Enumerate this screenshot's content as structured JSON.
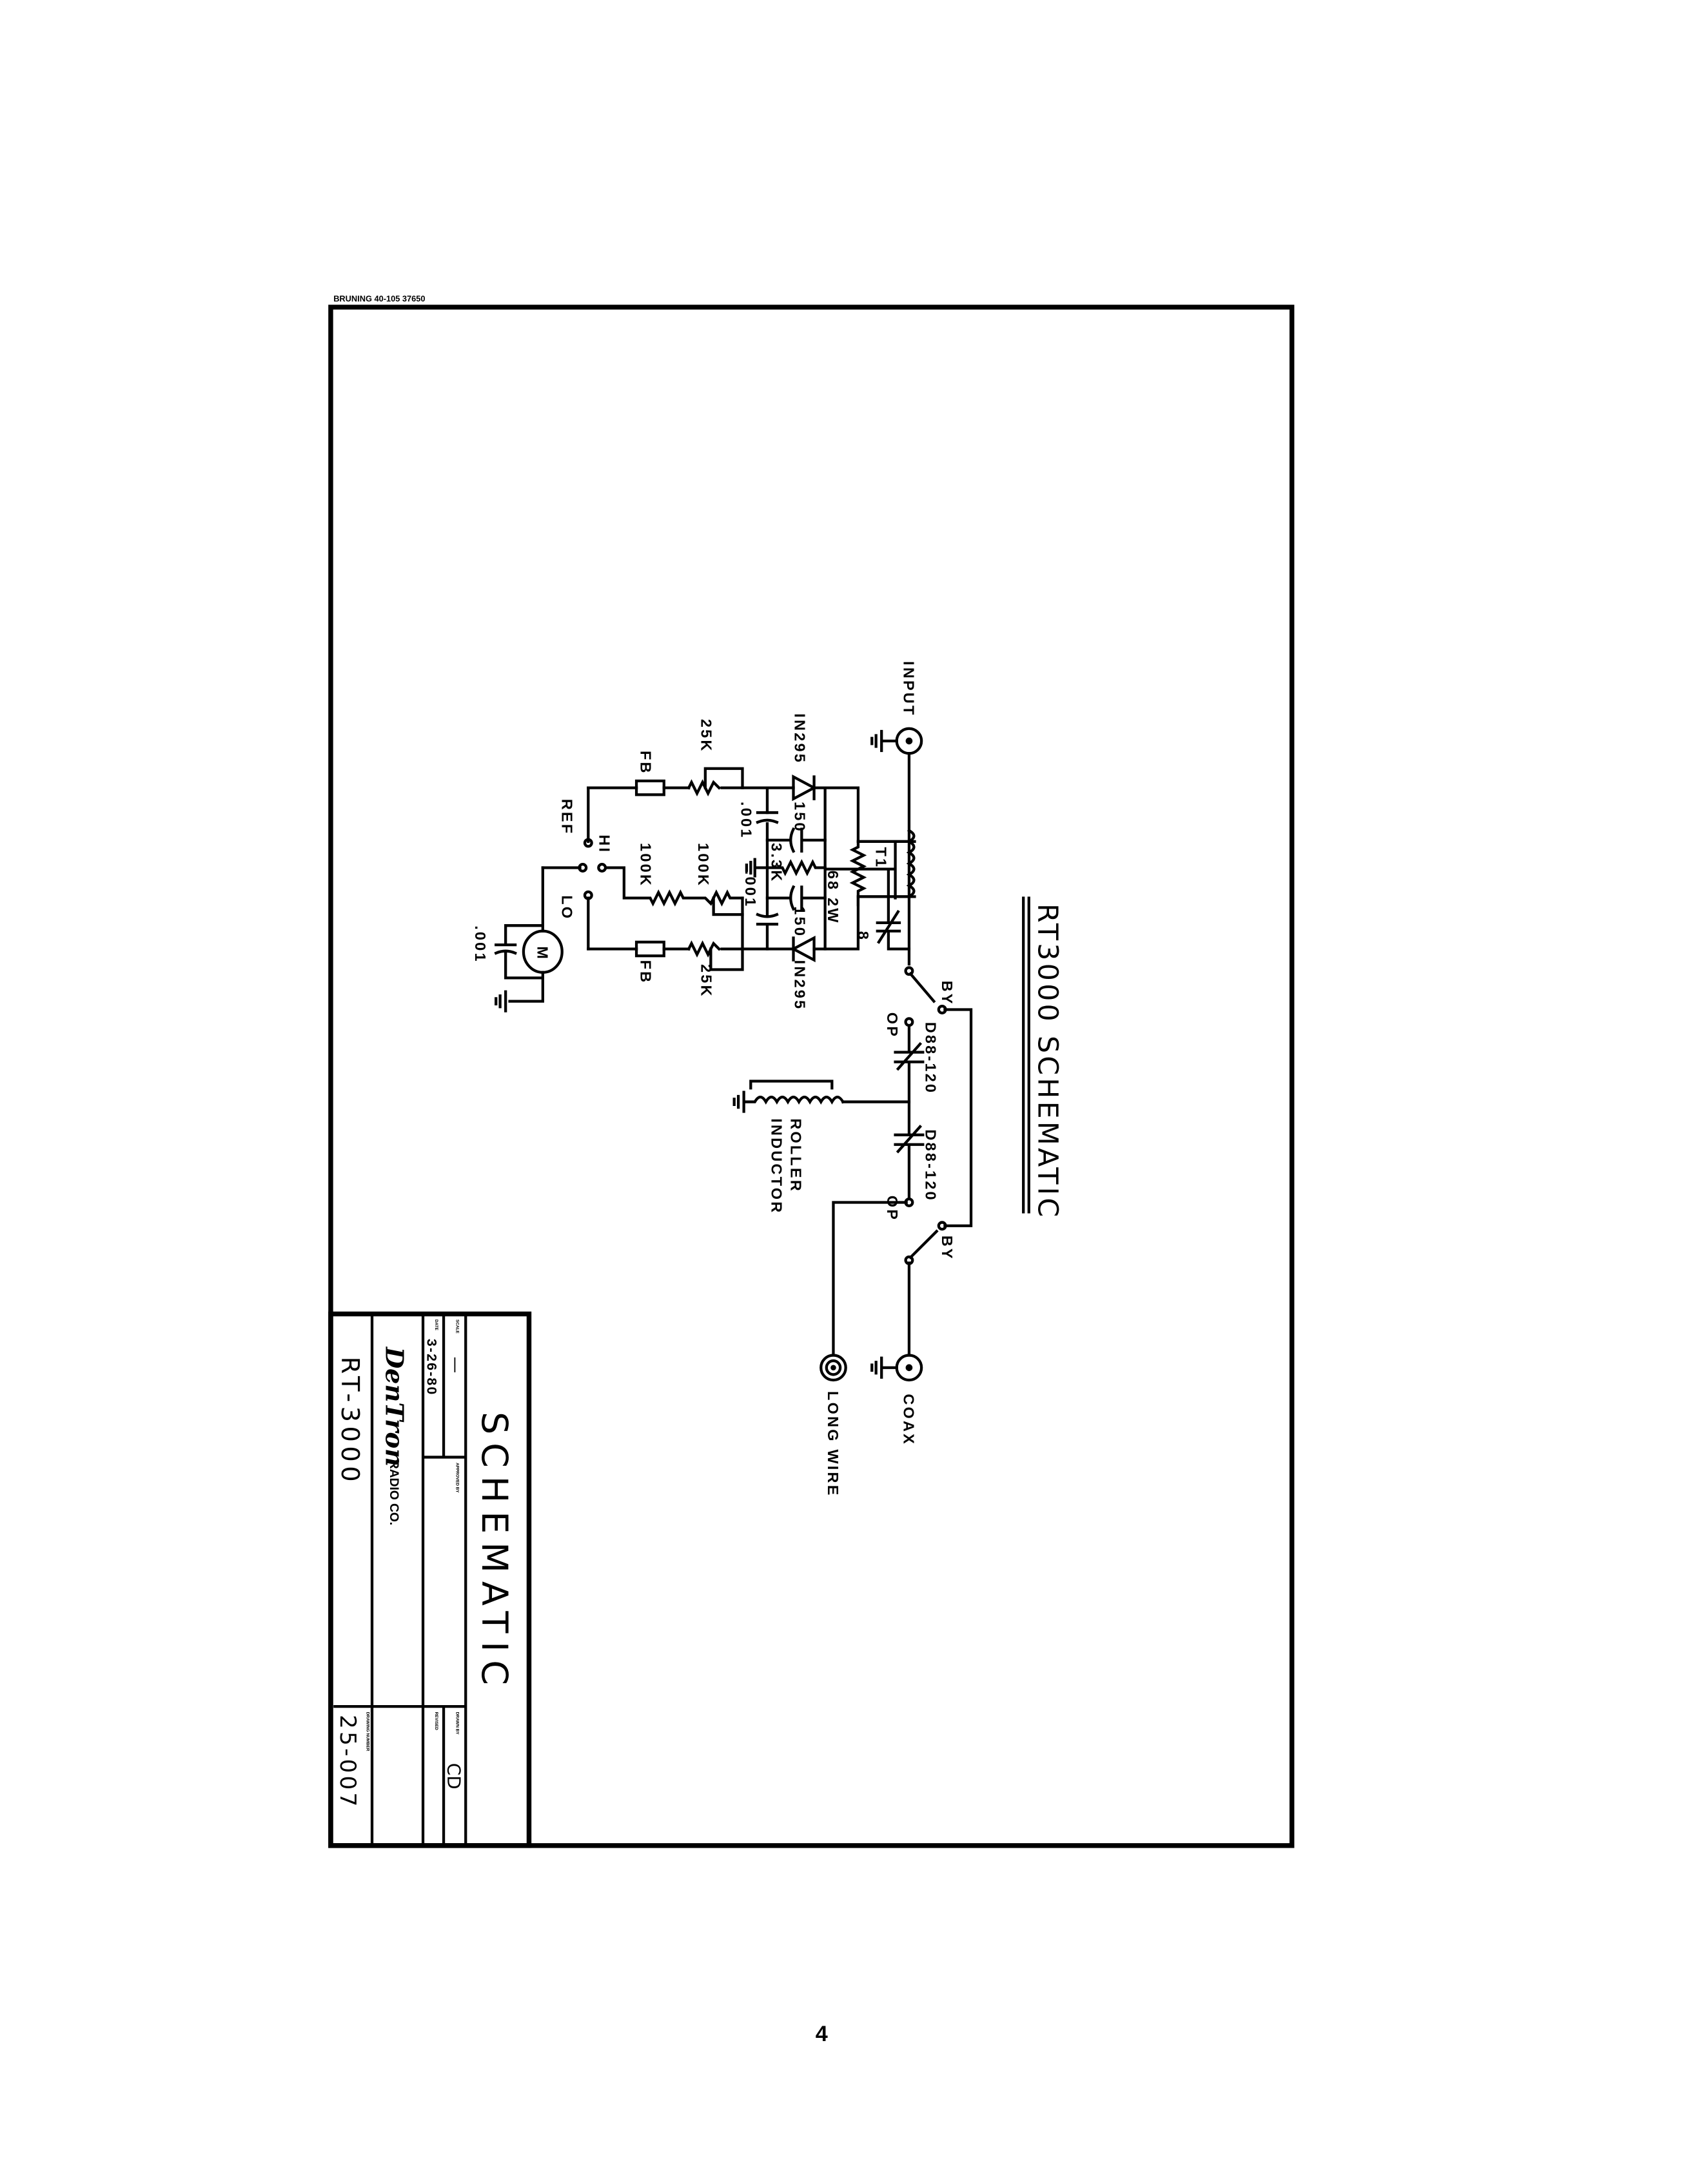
{
  "header_stamp": "BRUNING 40-105 37650",
  "page_number": "4",
  "drawing_title": "RT3000 SCHEMATIC",
  "labels": {
    "input": "INPUT",
    "coax": "COAX",
    "long_wire": "LONG WIRE",
    "t1": "T1",
    "diode_top": "IN295",
    "diode_bottom": "IN295",
    "cap_150_top": "150",
    "cap_150_bottom": "150",
    "res_68": "68 2W",
    "res_33k": "3.3K",
    "cap_001_a": ".001",
    "cap_001_b": ".001",
    "cap_001_motor": ".001",
    "pot_25k_top": "25K",
    "pot_25k_bottom": "25K",
    "res_100k_a": "100K",
    "res_100k_b": "100K",
    "fb_top": "FB",
    "fb_bottom": "FB",
    "ref": "REF",
    "hi": "HI",
    "lo": "LO",
    "meter": "M",
    "trimmer": "8",
    "by_1": "BY",
    "op_1": "OP",
    "by_2": "BY",
    "op_2": "OP",
    "cap_d88_1": "D88-120",
    "cap_d88_2": "D88-120",
    "roller_1": "ROLLER",
    "roller_2": "INDUCTOR"
  },
  "title_block": {
    "title": "SCHEMATIC",
    "scale_label": "SCALE",
    "scale_value": "—",
    "date_label": "DATE",
    "date_value": "3-26-80",
    "approved_label": "APPROVED BY",
    "drawn_label": "DRAWN BY",
    "drawn_value": "CD",
    "revised_label": "REVISED",
    "company_logo": "DenTron",
    "company_suffix": "RADIO CO.",
    "model": "RT-3000",
    "drawing_number_label": "DRAWING NUMBER",
    "drawing_number": "25-007"
  }
}
